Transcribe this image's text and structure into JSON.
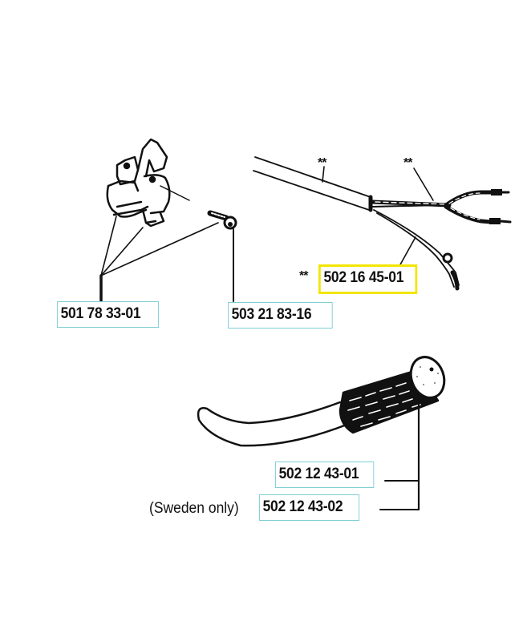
{
  "diagram": {
    "type": "exploded-parts-diagram",
    "colors": {
      "line": "#111111",
      "label_border": "#7fcfd6",
      "highlight_border": "#f2e600"
    },
    "parts": [
      {
        "id": "clamp",
        "part_number": "501 78 33-01",
        "highlighted": false
      },
      {
        "id": "screw",
        "part_number": "503 21 83-16",
        "highlighted": false
      },
      {
        "id": "cable",
        "part_number": "502 16 45-01",
        "highlighted": true,
        "prefix": "**"
      },
      {
        "id": "handle-grip",
        "part_number": "502 12 43-01",
        "highlighted": false
      },
      {
        "id": "handle-grip-sweden",
        "part_number": "502 12 43-02",
        "highlighted": false,
        "note": "(Sweden only)"
      }
    ],
    "callout_markers": {
      "cable_sheath": "**",
      "cable_wires": "**"
    }
  }
}
